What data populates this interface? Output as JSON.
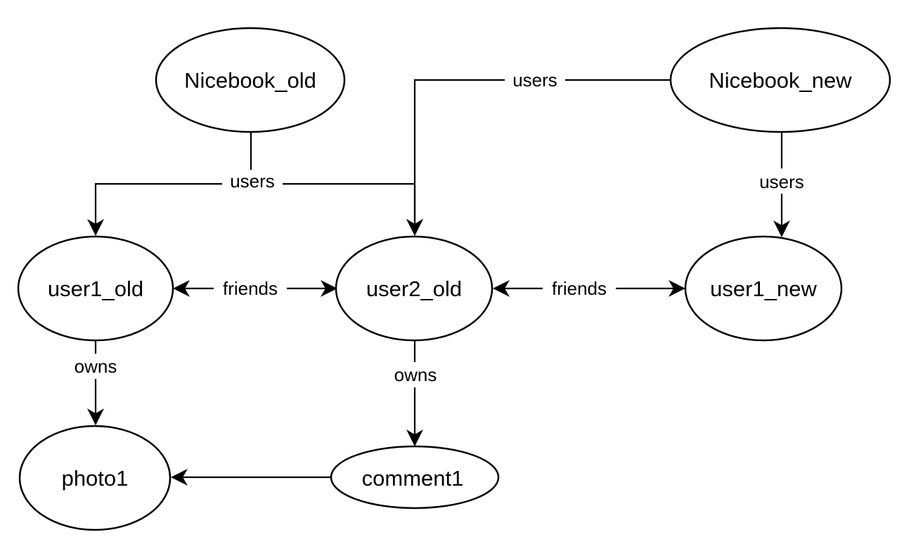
{
  "nodes": {
    "nicebook_old": "Nicebook_old",
    "nicebook_new": "Nicebook_new",
    "user1_old": "user1_old",
    "user2_old": "user2_old",
    "user1_new": "user1_new",
    "photo1": "photo1",
    "comment1": "comment1"
  },
  "edges": {
    "nicebook_old_users": "users",
    "nicebook_new_users_to_user2_old": "users",
    "nicebook_new_users_to_user1_new": "users",
    "user1_old_user2_old": "friends",
    "user2_old_user1_new": "friends",
    "user1_old_owns": "owns",
    "user2_old_owns": "owns"
  },
  "colors": {
    "stroke": "#000000",
    "fill": "#ffffff"
  }
}
